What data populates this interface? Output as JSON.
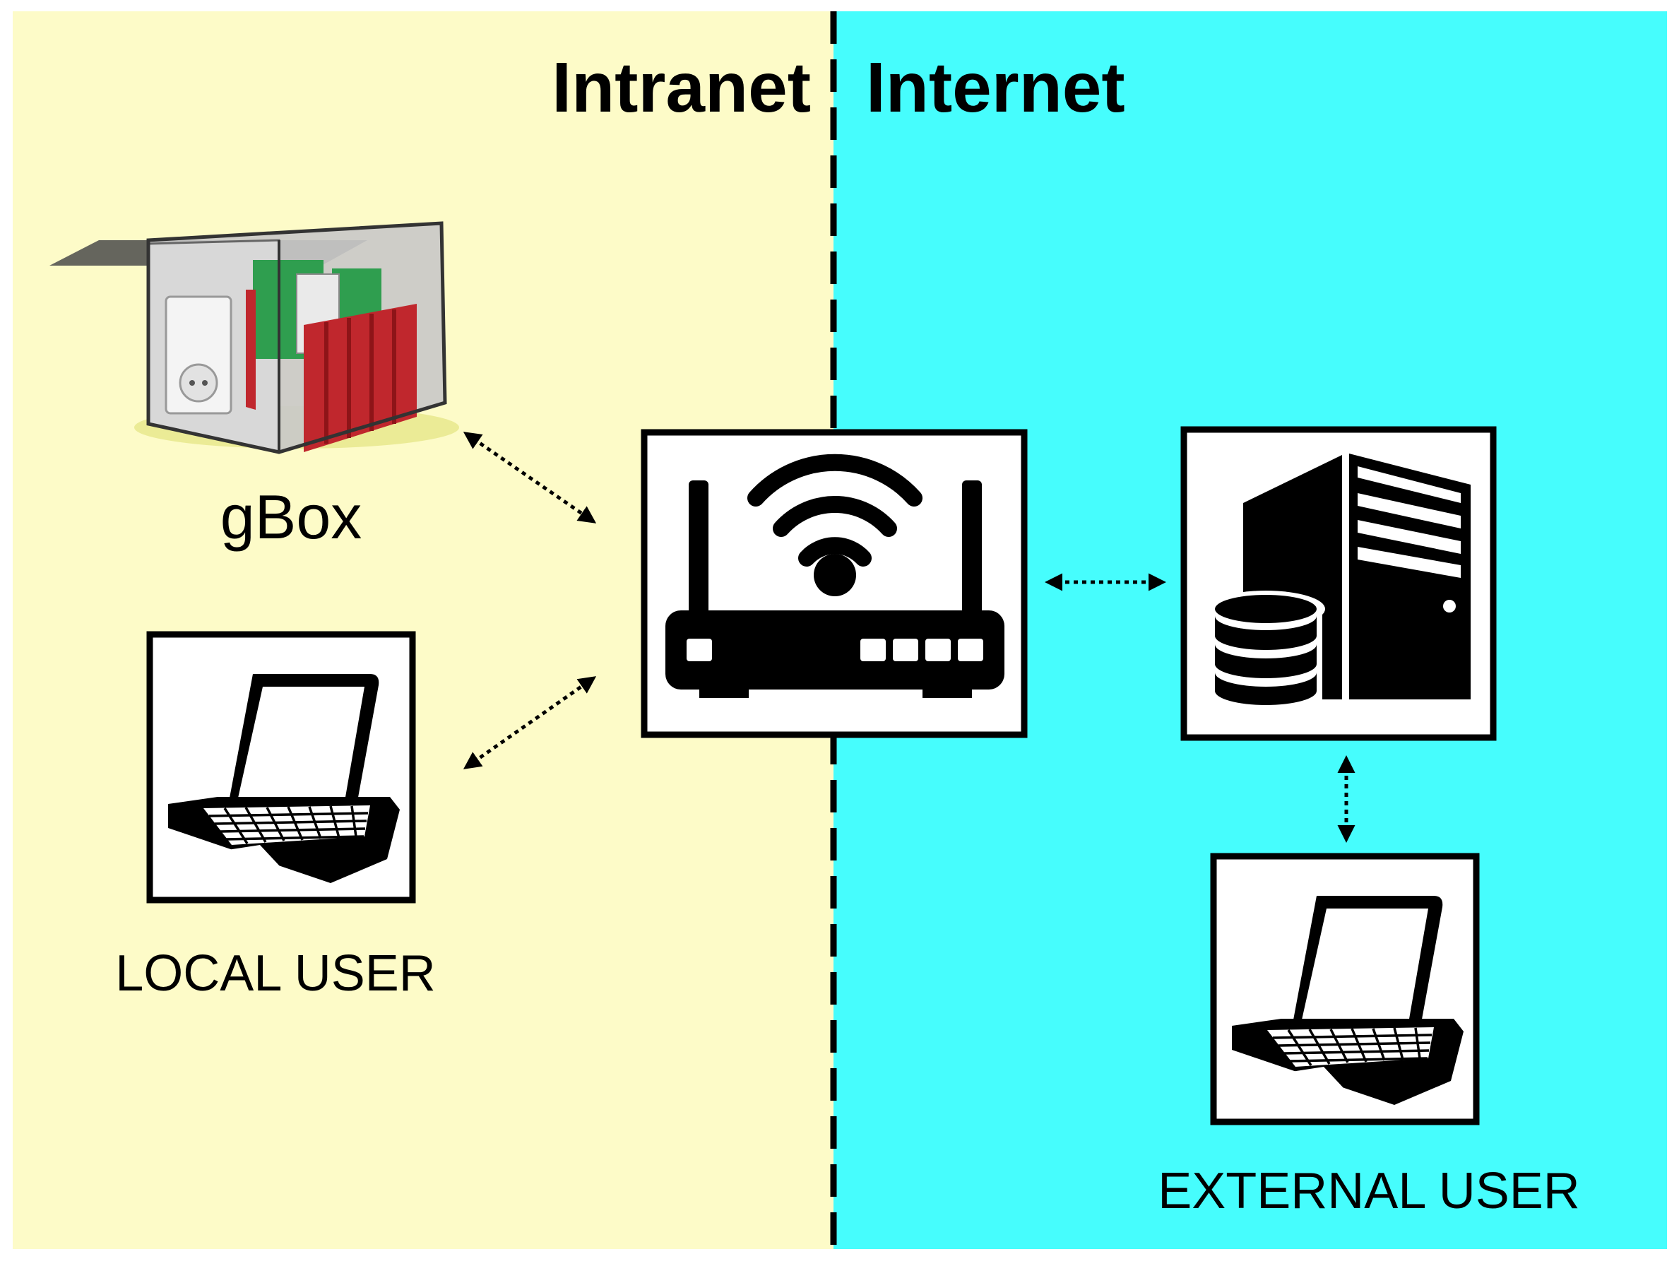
{
  "zones": {
    "intranet": {
      "label": "Intranet",
      "color": "#fdfbc8"
    },
    "internet": {
      "label": "Internet",
      "color": "#46fdfd"
    }
  },
  "nodes": {
    "gbox": {
      "label": "gBox"
    },
    "router": {
      "icon": "wifi-router-icon"
    },
    "server": {
      "icon": "server-database-icon"
    },
    "local_user": {
      "label": "LOCAL USER",
      "icon": "laptop-icon"
    },
    "external_user": {
      "label": "EXTERNAL USER",
      "icon": "laptop-icon"
    }
  },
  "connections": [
    {
      "from": "gbox",
      "to": "router",
      "style": "dotted",
      "direction": "bidirectional"
    },
    {
      "from": "local_user",
      "to": "router",
      "style": "dotted",
      "direction": "bidirectional"
    },
    {
      "from": "router",
      "to": "server",
      "style": "dotted",
      "direction": "bidirectional"
    },
    {
      "from": "server",
      "to": "external_user",
      "style": "dotted",
      "direction": "bidirectional"
    }
  ]
}
